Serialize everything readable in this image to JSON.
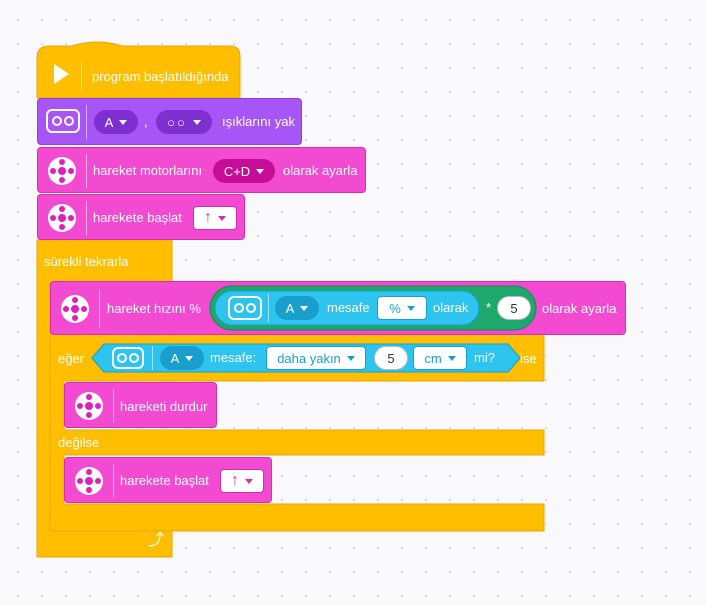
{
  "blocks": {
    "start": {
      "label": "program başlatıldığında"
    },
    "lights": {
      "port": "A",
      "comma": ",",
      "pattern_label": "○○",
      "label": "ışıklarını yak"
    },
    "set_motors": {
      "prefix": "hareket motorlarını",
      "motors": "C+D",
      "suffix": "olarak ayarla"
    },
    "move": {
      "label": "harekete başlat",
      "direction": "↑"
    },
    "forever": {
      "label": "sürekli tekrarla"
    },
    "set_speed": {
      "prefix": "hareket hızını %",
      "sensor_port": "A",
      "sensor_label": "mesafe",
      "unit": "%",
      "as_label": "olarak",
      "operator": "*",
      "multiplier": "5",
      "suffix": "olarak ayarla"
    },
    "if": {
      "label": "eğer",
      "sensor_port": "A",
      "sensor_label": "mesafe:",
      "comparison": "daha yakın",
      "value": "5",
      "unit": "cm",
      "question": "mi?",
      "then": "ise"
    },
    "stop": {
      "label": "hareketi durdur"
    },
    "else": {
      "label": "değilse"
    },
    "move2": {
      "label": "harekete başlat",
      "direction": "↑"
    }
  },
  "colors": {
    "events": "#ffbf00",
    "lights": "#a855f7",
    "movement": "#f24bd1",
    "sensor": "#2ec4f0",
    "operators": "#1fa86b"
  }
}
